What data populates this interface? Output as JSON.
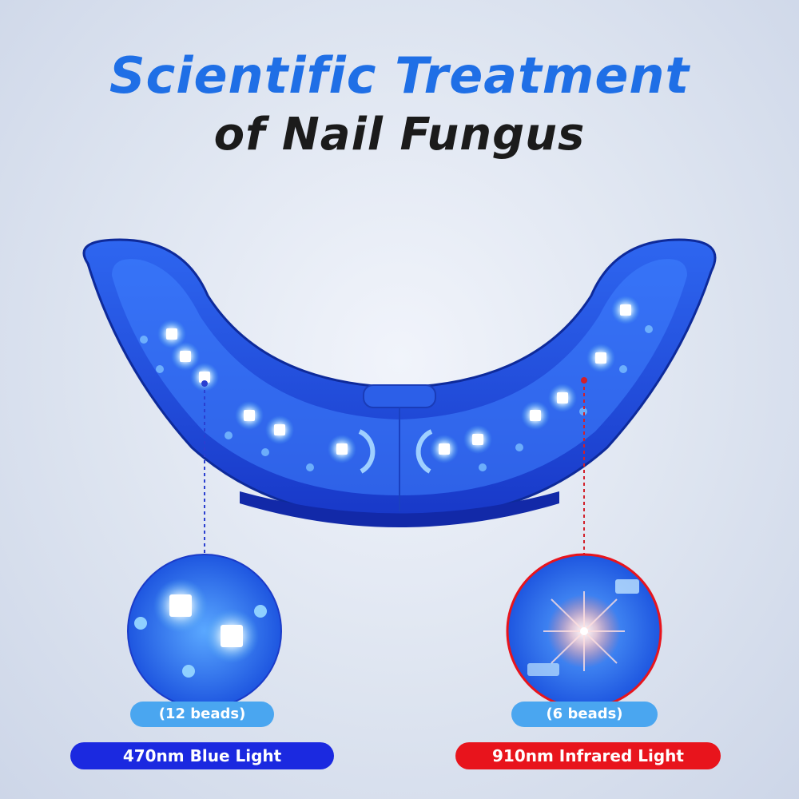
{
  "headline": {
    "line1": "Scientific Treatment",
    "line2": "of Nail Fungus"
  },
  "blue_light": {
    "count": "(12 beads)",
    "label": "470nm Blue Light",
    "color": "#1b29e0"
  },
  "infrared_light": {
    "count": "(6 beads)",
    "label": "910nm Infrared Light",
    "color": "#e8141c"
  },
  "colors": {
    "title_accent": "#1f6fe6",
    "title_dark": "#1b1b1b",
    "device_blue": "#1f4fe0",
    "bead_pill": "#4aa6f0"
  }
}
